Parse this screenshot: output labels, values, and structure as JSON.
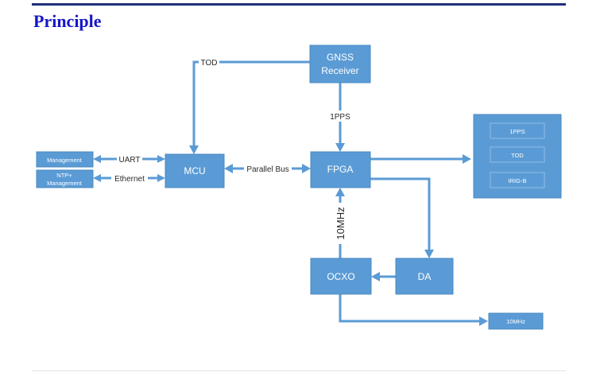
{
  "heading": "Principle",
  "diagram": {
    "blocks": {
      "gnss_line1": "GNSS",
      "gnss_line2": "Receiver",
      "mcu": "MCU",
      "fpga": "FPGA",
      "ocxo": "OCXO",
      "da": "DA",
      "management": "Management",
      "ntp_line1": "NTP+",
      "ntp_line2": "Management"
    },
    "outputs": {
      "pps": "1PPS",
      "tod": "TOD",
      "irig": "IRIG-B",
      "tenmhz_out": "10MHz"
    },
    "connections": {
      "tod": "TOD",
      "pps": "1PPS",
      "uart": "UART",
      "ethernet": "Ethernet",
      "parallel_bus": "Parallel Bus",
      "tenmhz": "10MHz"
    },
    "colors": {
      "block": "#5b9bd5",
      "heading": "#1515c8"
    }
  }
}
